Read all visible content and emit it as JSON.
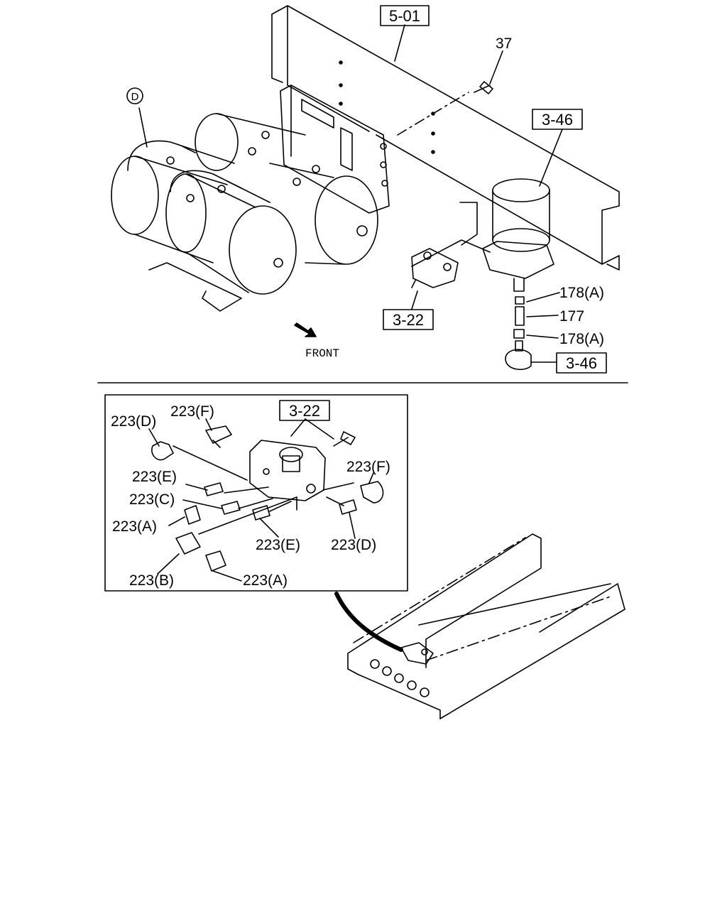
{
  "callouts": {
    "ref_5_01": "5-01",
    "ref_3_46_top": "3-46",
    "ref_3_22_main": "3-22",
    "ref_3_46_bottom": "3-46",
    "ref_3_22_inset": "3-22",
    "part_37": "37",
    "part_178a_upper": "178(A)",
    "part_177": "177",
    "part_178a_lower": "178(A)",
    "view_d": "D",
    "front": "FRONT"
  },
  "inset": {
    "p223d_left": "223(D)",
    "p223f_top": "223(F)",
    "p223e_left": "223(E)",
    "p223c": "223(C)",
    "p223a_left": "223(A)",
    "p223b": "223(B)",
    "p223a_bottom": "223(A)",
    "p223e_bottom": "223(E)",
    "p223d_right": "223(D)",
    "p223f_right": "223(F)"
  }
}
